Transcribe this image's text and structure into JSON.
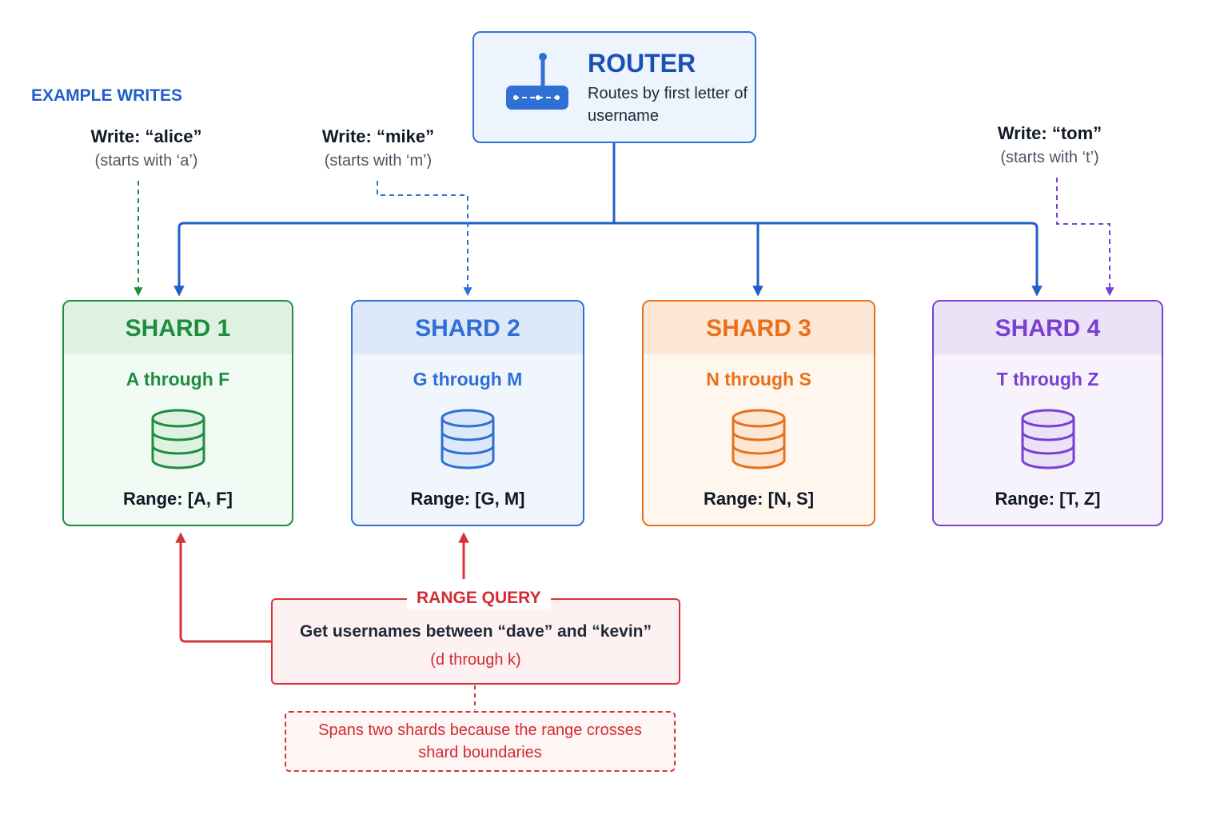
{
  "router": {
    "title": "ROUTER",
    "description": "Routes by first letter of username",
    "icon": "router-icon"
  },
  "writes": {
    "section_title": "EXAMPLE WRITES",
    "items": [
      {
        "label": "Write: “alice”",
        "detail": "(starts with ‘a’)",
        "target": "SHARD 1",
        "color": "#1e8e3e"
      },
      {
        "label": "Write: “mike”",
        "detail": "(starts with ‘m’)",
        "target": "SHARD 2",
        "color": "#2f6fd6"
      },
      {
        "label": "Write: “tom”",
        "detail": "(starts with ‘t’)",
        "target": "SHARD 4",
        "color": "#7b3fd1"
      }
    ]
  },
  "shards": [
    {
      "name": "SHARD 1",
      "letters": "A through F",
      "range": "Range: [A, F]",
      "color": "#1e8e3e",
      "header_bg": "#dff1e3",
      "body_bg": "#f2faf4",
      "icon": "database-icon"
    },
    {
      "name": "SHARD 2",
      "letters": "G through M",
      "range": "Range: [G, M]",
      "color": "#2f6fd6",
      "header_bg": "#dde8fa",
      "body_bg": "#f1f6fd",
      "icon": "database-icon"
    },
    {
      "name": "SHARD 3",
      "letters": "N through S",
      "range": "Range: [N, S]",
      "color": "#e8701a",
      "header_bg": "#fde7d4",
      "body_bg": "#fff6ee",
      "icon": "database-icon"
    },
    {
      "name": "SHARD 4",
      "letters": "T through Z",
      "range": "Range: [T, Z]",
      "color": "#7b3fd1",
      "header_bg": "#ebe2f8",
      "body_bg": "#f7f3fd",
      "icon": "database-icon"
    }
  ],
  "range_query": {
    "title": "RANGE QUERY",
    "text": "Get usernames between “dave” and “kevin”",
    "subtext": "(d through k)",
    "note": "Spans two shards because the range crosses shard boundaries",
    "color": "#d6343a",
    "targets": [
      "SHARD 1",
      "SHARD 2"
    ]
  }
}
